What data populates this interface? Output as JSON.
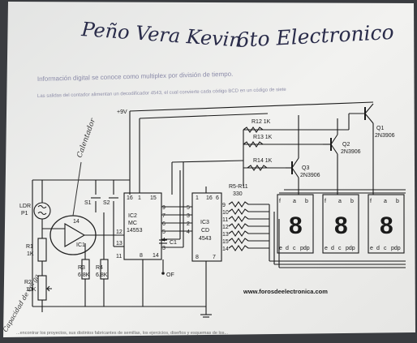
{
  "handwriting": {
    "name": "Peño Vera Kevin",
    "course": "6to Electronico",
    "side_note_top": "Calentador",
    "side_note_bottom": "Capacidad de carga"
  },
  "printed": {
    "heading": "Información digital se conoce como multiplex por división de tiempo.",
    "subheading": "Las salidas del contador alimentan un decodificador 4543, el cual convierte cada código BCD en un código de siete",
    "website": "www.forosdeelectronica.com",
    "footer": "...encontrar los proyectos, sus distintos fabricantes de semillas, los ejercicios, diseños y esquemas de los..."
  },
  "schematic": {
    "supply": "+9V",
    "ldr": [
      "LDR",
      "P1"
    ],
    "r1": [
      "R1",
      "1K"
    ],
    "r2": [
      "R2",
      "10K"
    ],
    "r3": [
      "R3",
      "6.8K"
    ],
    "r4": [
      "R4",
      "6.8K"
    ],
    "s1": "S1",
    "s2": "S2",
    "ic1": "IC1",
    "ic2": [
      "IC2",
      "MC",
      "14553"
    ],
    "ic3": [
      "IC3",
      "CD",
      "4543"
    ],
    "c1": "C1",
    "of": "OF",
    "r12": "R12 1K",
    "r13": "R13 1K",
    "r14": "R14 1K",
    "r5r11": [
      "R5-R11",
      "330"
    ],
    "q1": [
      "Q1",
      "2N3906"
    ],
    "q2": [
      "Q2",
      "2N3906"
    ],
    "q3": [
      "Q3",
      "2N3906"
    ],
    "digit_glyph": "8",
    "ic2_pins_left_top": [
      "16",
      "1",
      "15"
    ],
    "ic2_pins_right": [
      "9",
      "7",
      "6",
      "5",
      "4",
      "3"
    ],
    "ic2_pins_side": [
      "12",
      "11",
      "13"
    ],
    "ic2_pins_bottom": [
      "8",
      "14"
    ],
    "ic3_pins_top": [
      "1",
      "16",
      "6"
    ],
    "ic3_pins_left": [
      "5",
      "3",
      "2",
      "4"
    ],
    "ic3_pins_right": [
      "9",
      "10",
      "11",
      "12",
      "13",
      "15",
      "14"
    ],
    "ic3_pins_bottom": [
      "8",
      "7"
    ],
    "seg_top": [
      "f",
      "a",
      "b"
    ],
    "seg_bottom": [
      "e",
      "d",
      "c",
      "pdp"
    ]
  }
}
